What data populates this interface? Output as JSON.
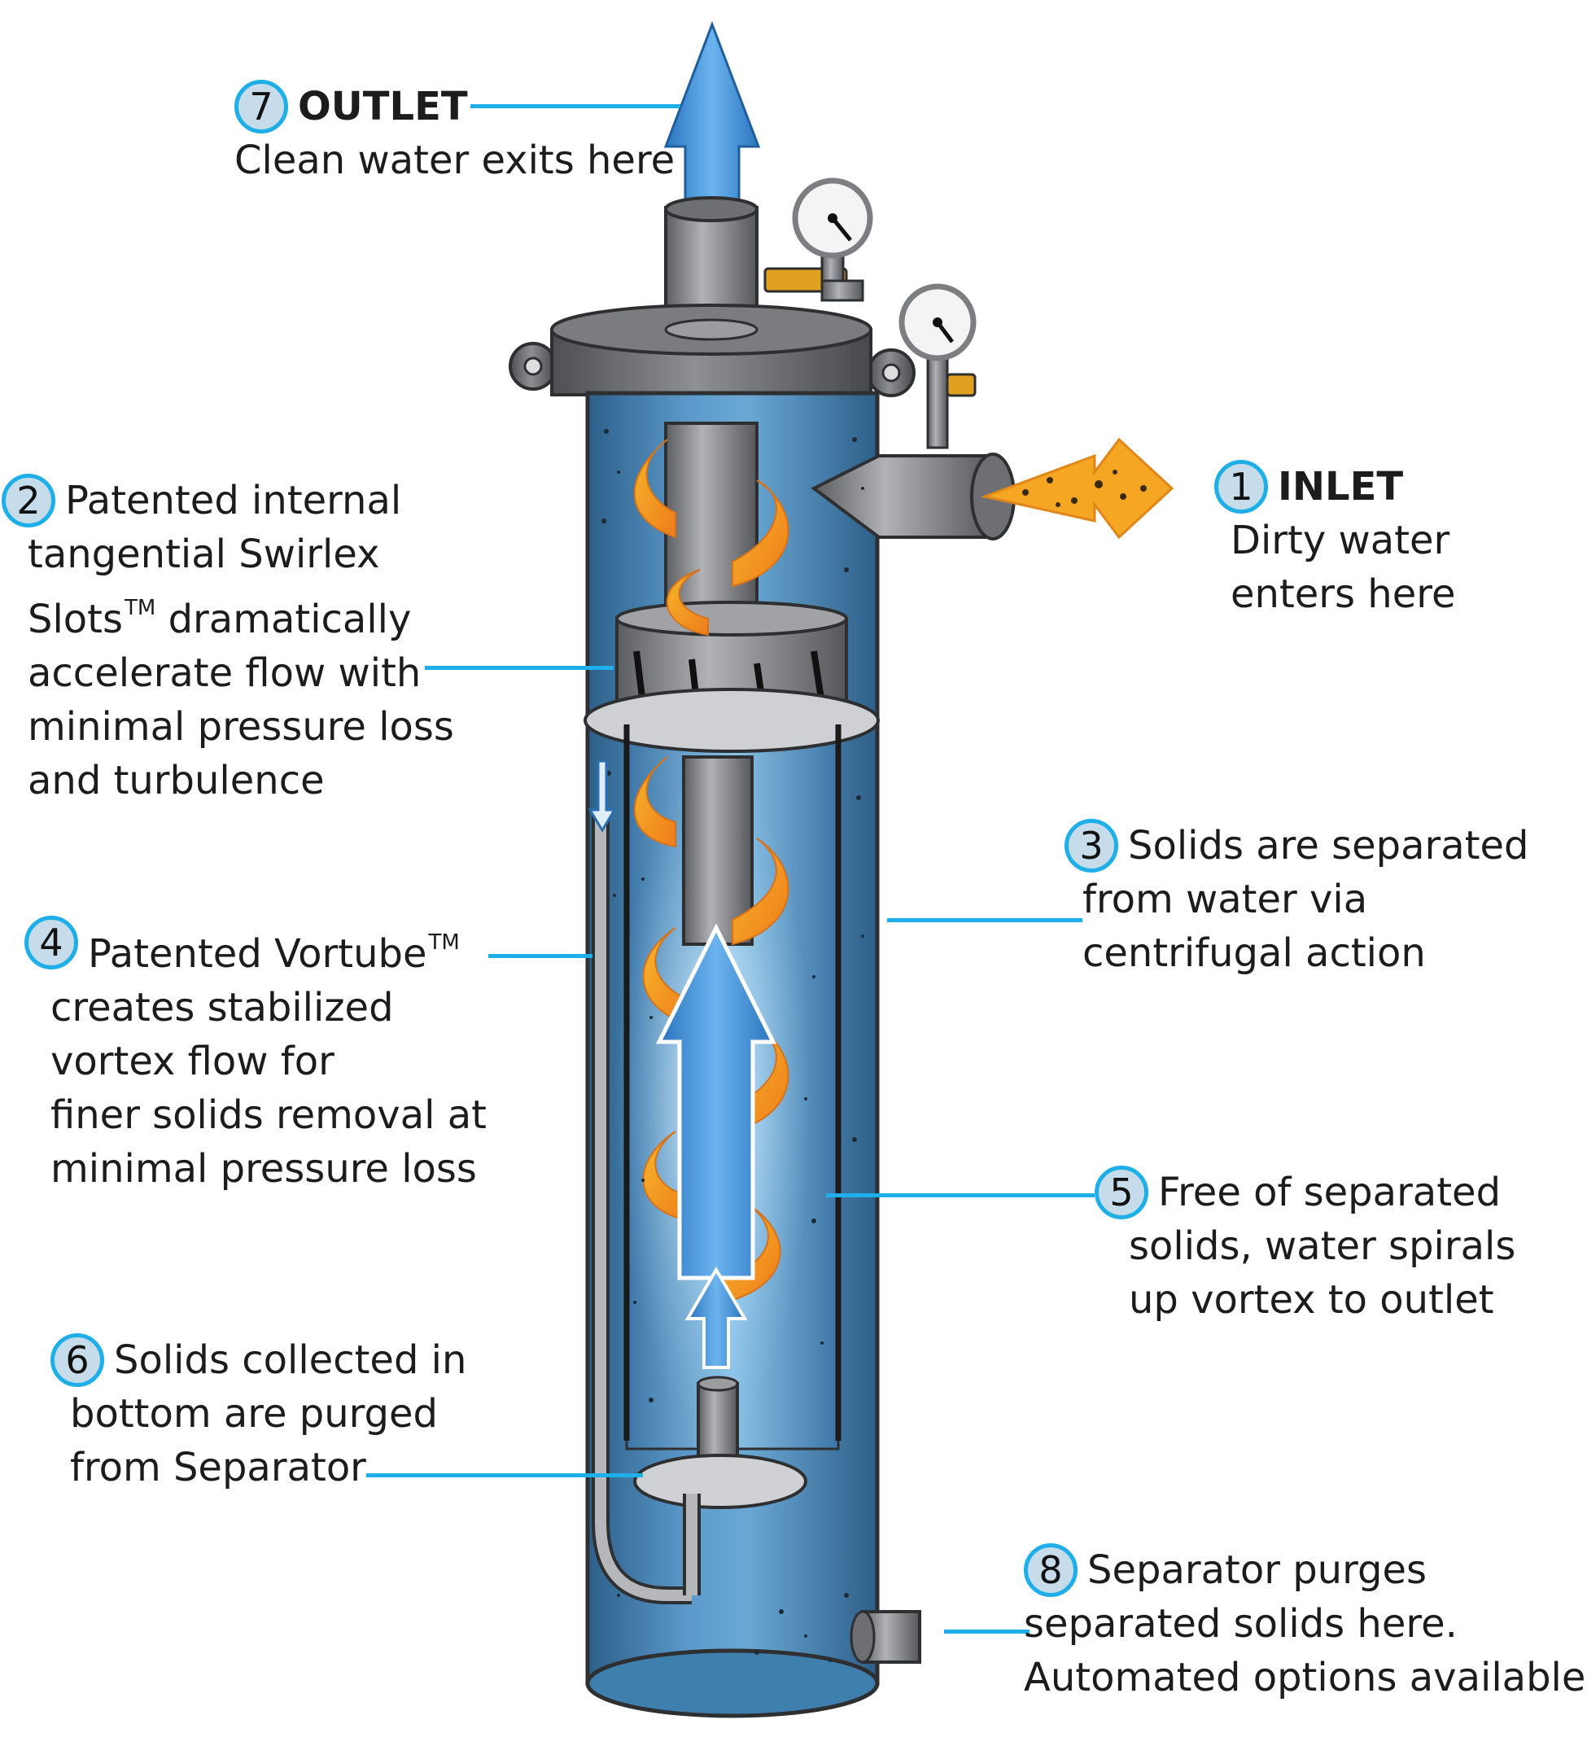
{
  "callouts": {
    "c7": {
      "num": "7",
      "head": "OUTLET",
      "lines": [
        "Clean water exits here"
      ]
    },
    "c1": {
      "num": "1",
      "head": "INLET",
      "lines": [
        "Dirty water",
        "enters here"
      ]
    },
    "c2": {
      "num": "2",
      "line1": "Patented internal",
      "line2": "tangential Swirlex",
      "line3a": "Slots",
      "tm": "TM",
      "line3b": " dramatically",
      "line4": "accelerate flow with",
      "line5": "minimal pressure loss",
      "line6": "and turbulence"
    },
    "c3": {
      "num": "3",
      "lines": [
        "Solids are separated",
        "from water via",
        "centrifugal action"
      ]
    },
    "c4": {
      "num": "4",
      "line1a": "Patented Vortube",
      "tm": "TM",
      "lines": [
        "creates stabilized",
        "vortex flow for",
        "finer solids removal at",
        "minimal pressure loss"
      ]
    },
    "c5": {
      "num": "5",
      "lines": [
        "Free of separated",
        "solids, water spirals",
        "up vortex to outlet"
      ]
    },
    "c6": {
      "num": "6",
      "lines": [
        "Solids collected in",
        "bottom are purged",
        "from Separator"
      ]
    },
    "c8": {
      "num": "8",
      "lines": [
        "Separator purges",
        "separated solids here.",
        "Automated options available"
      ]
    }
  },
  "colors": {
    "leader": "#1eaee8",
    "badge_fill": "#c6dcea",
    "tank_blue": "#3f7fae",
    "tank_inner": "#6aa8d4",
    "flow_orange": "#f79a1e",
    "steel": "#8a8c90",
    "outlet_arrow": "#3a8fd6"
  }
}
